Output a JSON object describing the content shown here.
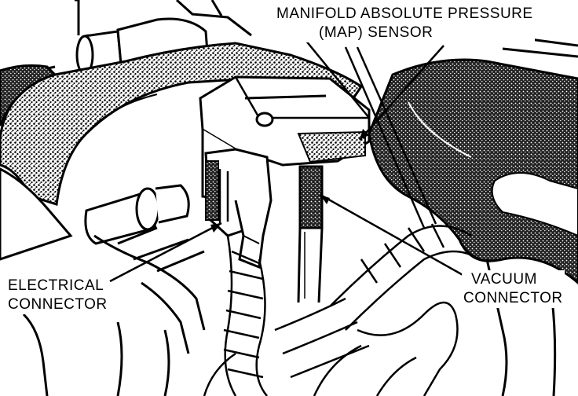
{
  "labels": {
    "map_sensor": [
      "MANIFOLD ABSOLUTE PRESSURE",
      "(MAP) SENSOR"
    ],
    "electrical_connector": [
      "ELECTRICAL",
      "CONNECTOR"
    ],
    "vacuum_connector": [
      "VACUUM",
      "CONNECTOR"
    ]
  },
  "colors": {
    "ink": "#000000",
    "paper": "#ffffff",
    "shade": "#555555"
  }
}
